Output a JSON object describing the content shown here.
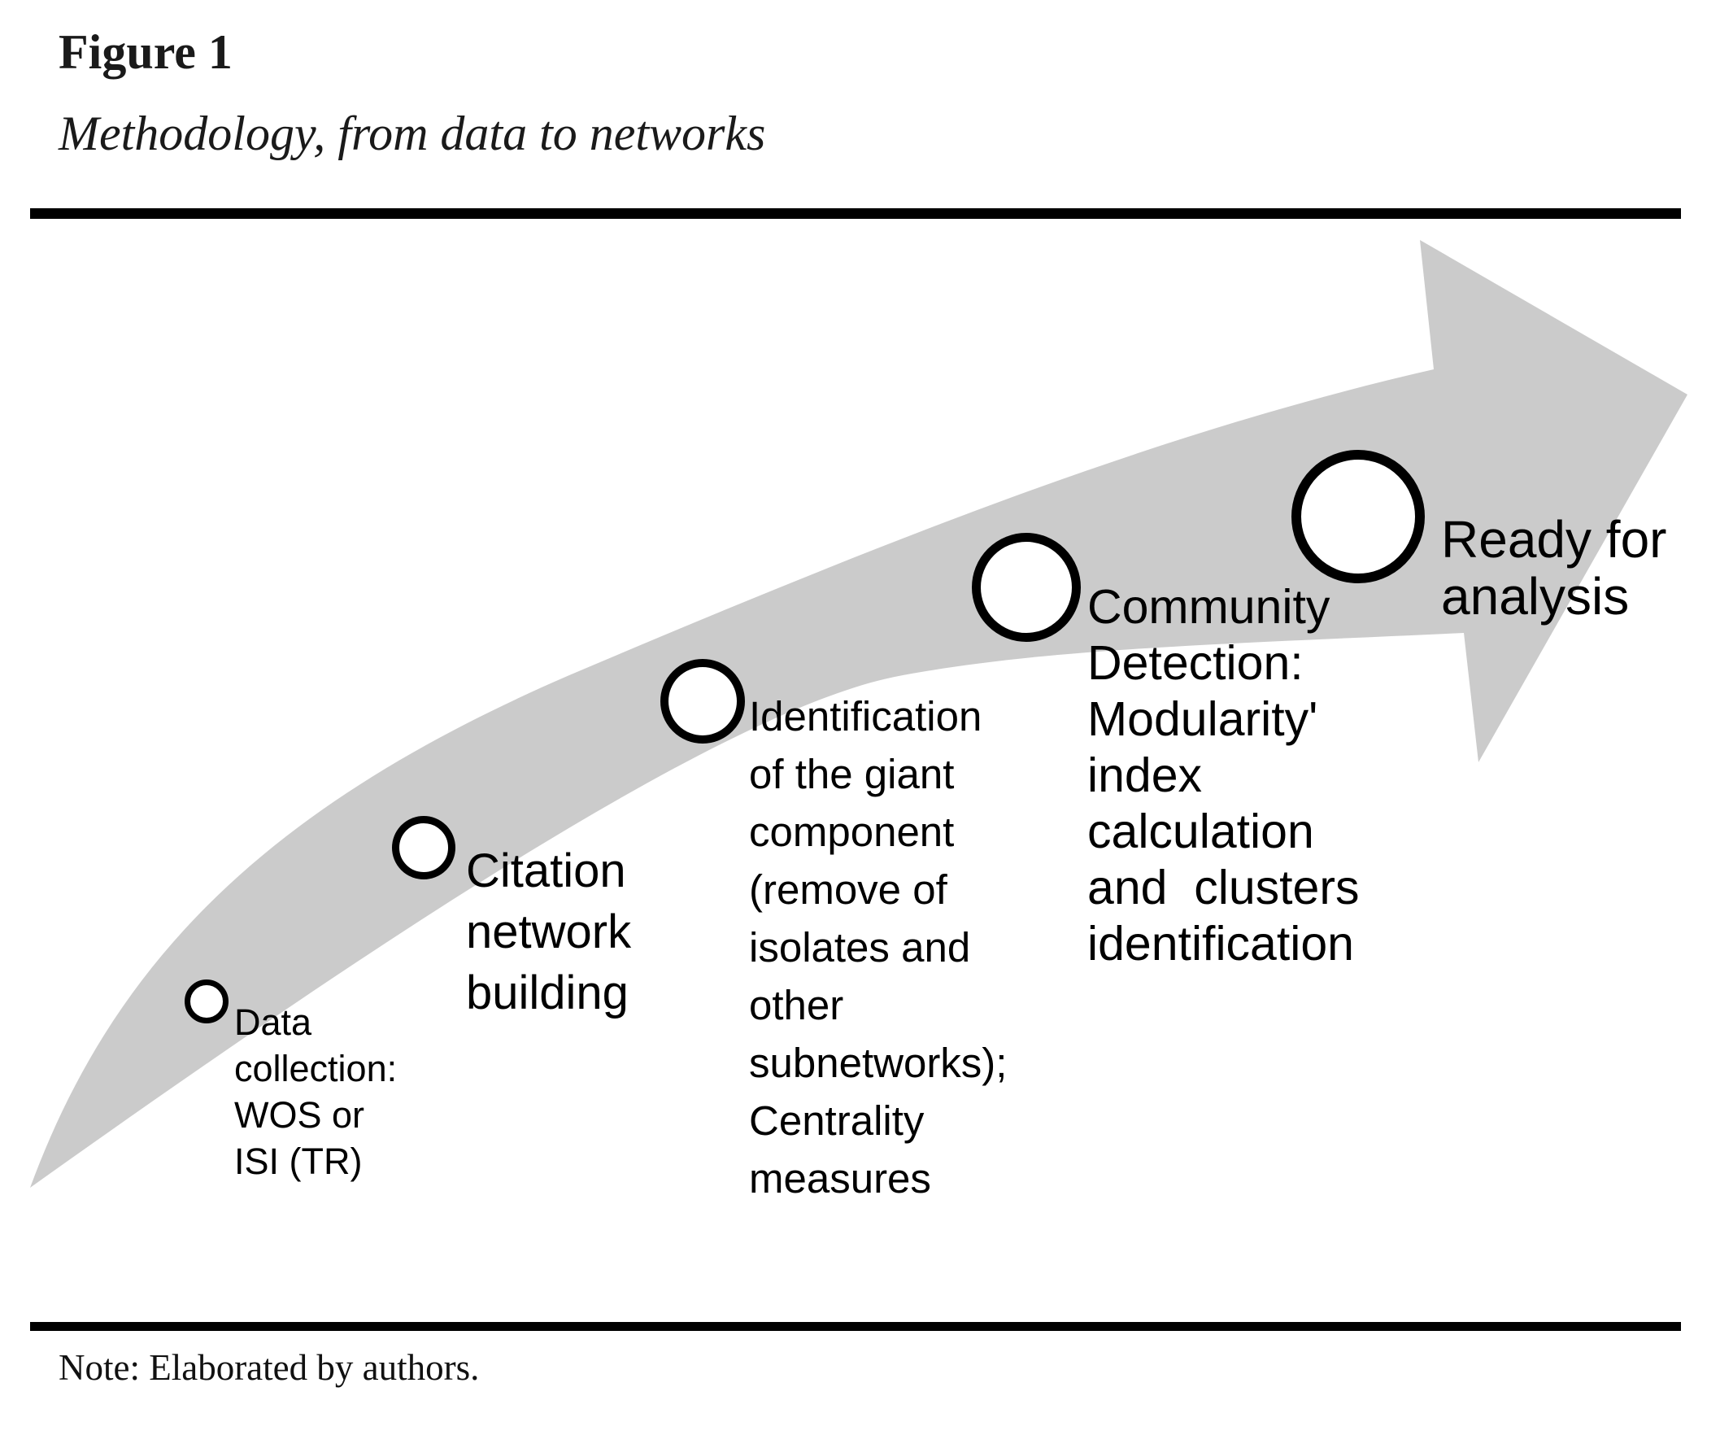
{
  "figure": {
    "title": "Figure 1",
    "subtitle": "Methodology, from data to networks",
    "note": "Note: Elaborated by authors."
  },
  "diagram": {
    "arrow_color": "#cbcbcb",
    "arrow_shape": "curved-swoosh-arrow-pointing-up-right",
    "steps": [
      {
        "name": "data-collection",
        "text": "Data\ncollection:\nWOS or\nISI (TR)"
      },
      {
        "name": "citation-network-building",
        "text": "Citation\nnetwork\nbuilding"
      },
      {
        "name": "giant-component",
        "text": "Identification\nof the giant\ncomponent\n(remove of\nisolates and\nother\nsubnetworks);\nCentrality\nmeasures"
      },
      {
        "name": "community-detection",
        "text": "Community\nDetection:\nModularity'\nindex\ncalculation\nand  clusters\nidentification"
      },
      {
        "name": "ready-for-analysis",
        "text": "Ready for\nanalysis"
      }
    ]
  }
}
